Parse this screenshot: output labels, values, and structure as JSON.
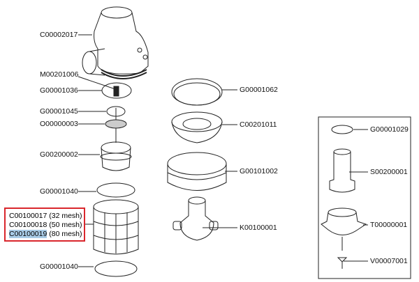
{
  "left_column": {
    "labels": [
      "C00002017",
      "M00201006",
      "G00001036",
      "G00001045",
      "O00000003",
      "G00200002",
      "G00001040",
      "G00001040"
    ]
  },
  "mesh_options": {
    "highlight_color": "#d9262c",
    "selection_color": "#a8cbe6",
    "items": [
      {
        "code": "C00100017",
        "mesh": "(32 mesh)"
      },
      {
        "code": "C00100018",
        "mesh": "(50 mesh)"
      },
      {
        "code": "C00100019",
        "mesh": "(80 mesh)",
        "selected": true
      }
    ]
  },
  "center_column": {
    "labels": [
      "G00001062",
      "C00201011",
      "G00101002",
      "K00100001"
    ]
  },
  "right_box": {
    "labels": [
      "G00001029",
      "S00200001",
      "T00000001",
      "V00007001"
    ]
  }
}
